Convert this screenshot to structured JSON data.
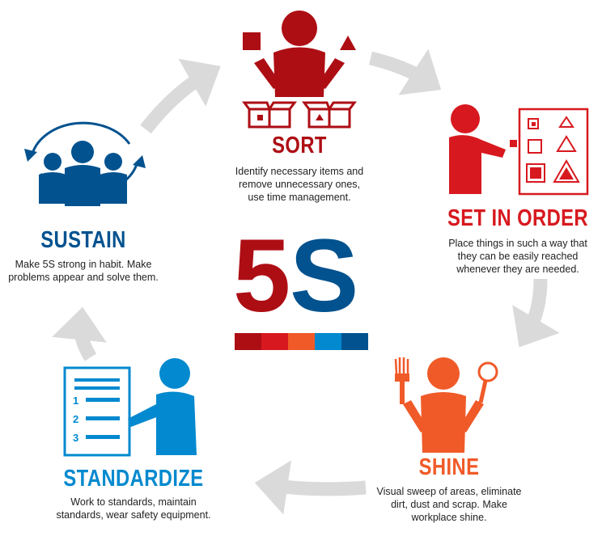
{
  "colors": {
    "sort": "#AD0E14",
    "set_in_order": "#D7191F",
    "shine": "#F05A28",
    "standardize": "#0289CF",
    "sustain": "#01528F",
    "arrow": "#DADADA"
  },
  "logo": {
    "digit": "5",
    "letter": "S"
  },
  "steps": {
    "sort": {
      "title": "SORT",
      "lines": [
        "Identify necessary items and",
        "remove unnecessary ones,",
        "use time management."
      ],
      "icon": "person-sorting-boxes-icon"
    },
    "set_in_order": {
      "title": "SET IN ORDER",
      "lines": [
        "Place things in such a way that",
        "they can be easily reached",
        "whenever they are needed."
      ],
      "icon": "person-arranging-shapes-icon"
    },
    "shine": {
      "title": "SHINE",
      "lines": [
        "Visual sweep of areas, eliminate",
        "dirt, dust and scrap. Make",
        "workplace shine."
      ],
      "icon": "person-brush-magnifier-icon"
    },
    "standardize": {
      "title": "STANDARDIZE",
      "lines": [
        "Work to standards, maintain",
        "standards, wear safety equipment."
      ],
      "icon": "person-checklist-icon",
      "list_numbers": [
        "1",
        "2",
        "3"
      ]
    },
    "sustain": {
      "title": "SUSTAIN",
      "lines": [
        "Make 5S strong in habit. Make",
        "problems appear and solve them."
      ],
      "icon": "team-cycle-icon"
    }
  }
}
